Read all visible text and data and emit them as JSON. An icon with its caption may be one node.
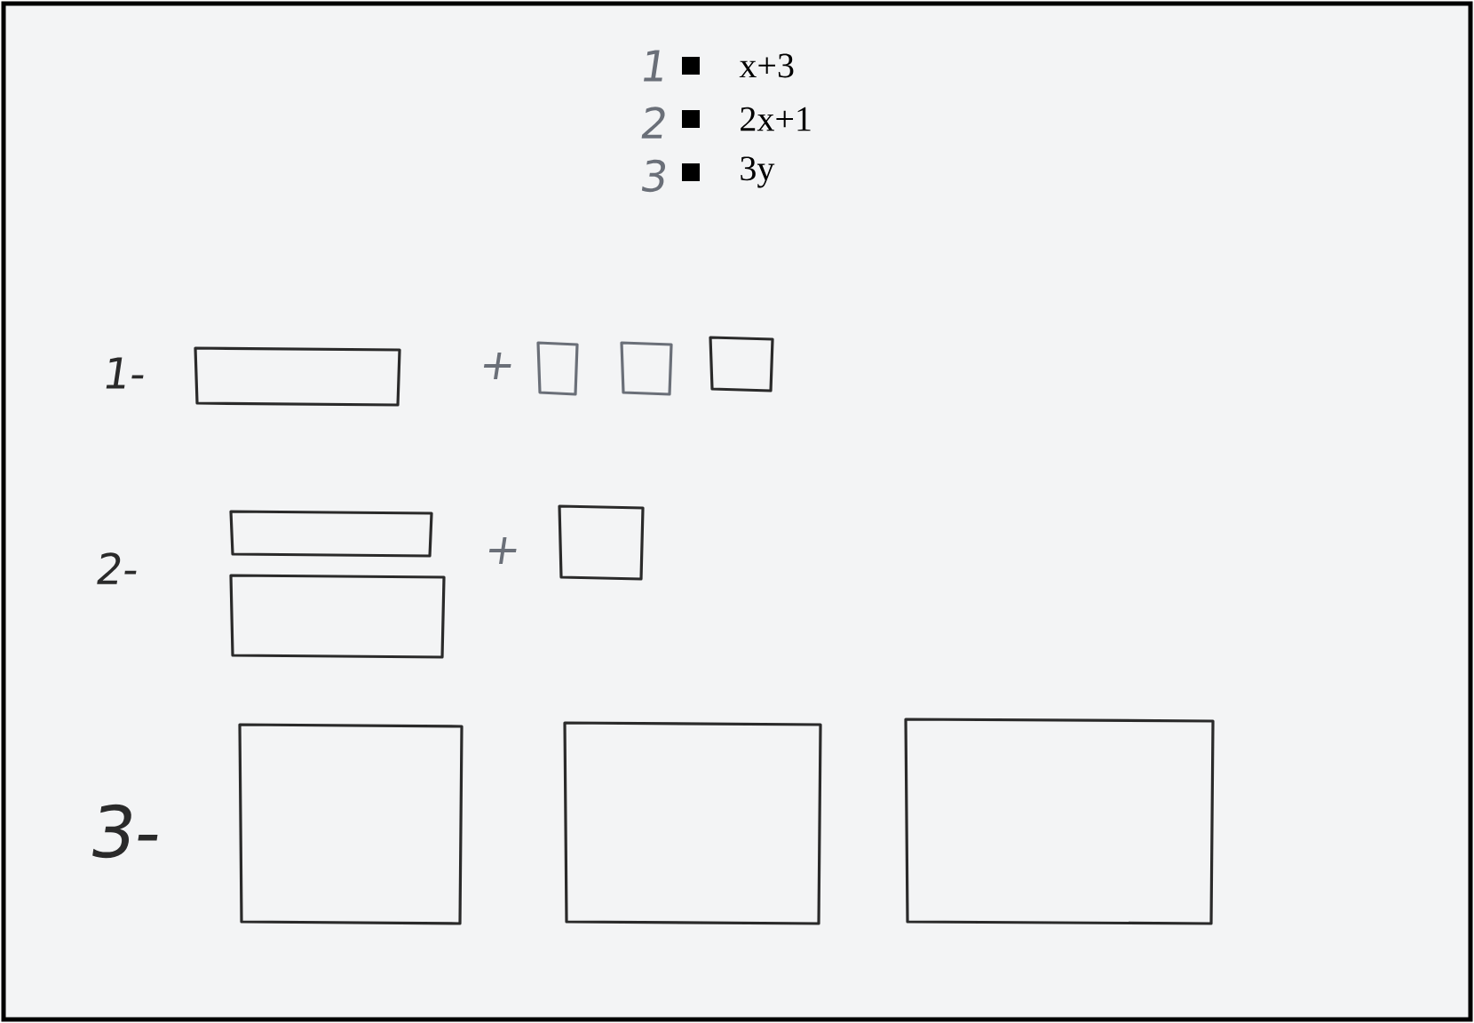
{
  "diagram": {
    "labels": [
      "1",
      "x+3",
      "2",
      "2x+1",
      "3",
      "3y",
      "1-",
      "+",
      "2-",
      "+",
      "3-"
    ]
  }
}
